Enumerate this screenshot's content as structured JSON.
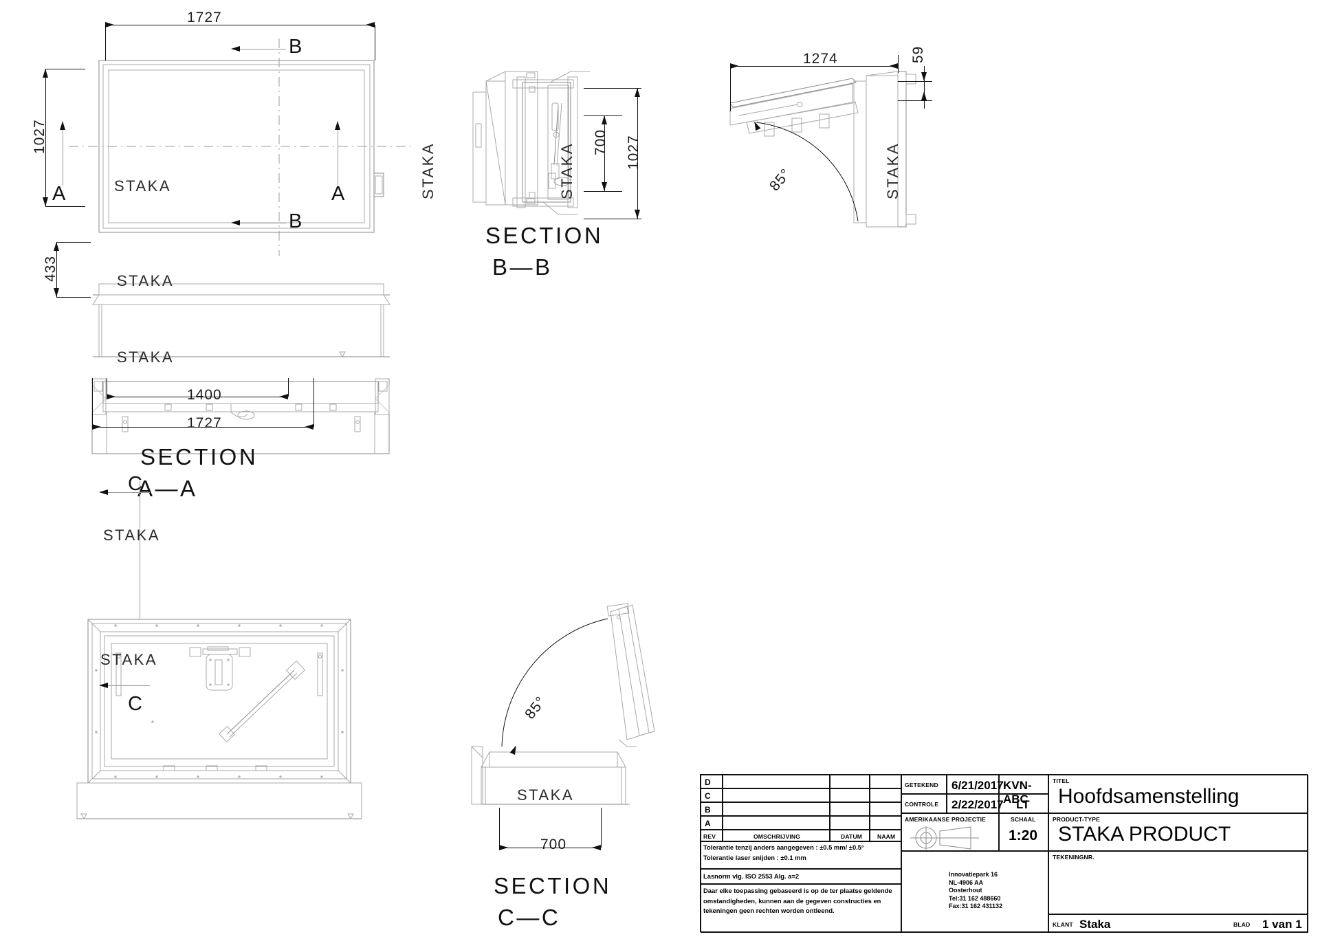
{
  "drawing": {
    "part_label": "STAKA",
    "degree_symbol": "°"
  },
  "views": {
    "top_plan": {
      "name": "top-plan-view",
      "part_label": "STAKA",
      "dim_width": "1727",
      "dim_height": "1027",
      "section_marks": [
        "A",
        "A",
        "B",
        "B"
      ]
    },
    "front_elevation": {
      "name": "front-elevation-view",
      "part_label": "STAKA",
      "dim_height": "433"
    },
    "section_aa": {
      "name": "section-a-a-view",
      "part_label": "STAKA",
      "title_line1": "SECTION",
      "title_line2": "A—A",
      "dim_inner": "1400",
      "dim_outer": "1727"
    },
    "side_elevation": {
      "name": "side-elevation-view",
      "part_label": "STAKA"
    },
    "section_bb": {
      "name": "section-b-b-view",
      "part_label": "STAKA",
      "title_line1": "SECTION",
      "title_line2": "B—B",
      "dim_inner": "700",
      "dim_outer": "1027"
    },
    "open_lid_iso": {
      "name": "open-lid-elevation-view",
      "part_label": "STAKA",
      "dim_width": "1274",
      "dim_thickness": "59",
      "angle": "85°"
    },
    "bottom_plan": {
      "name": "bottom-plan-view",
      "part_label_top": "STAKA",
      "part_label_bottom": "STAKA",
      "section_marks": [
        "C",
        "C"
      ]
    },
    "section_cc": {
      "name": "section-c-c-view",
      "part_label": "STAKA",
      "title_line1": "SECTION",
      "title_line2": "C—C",
      "dim_opening": "700",
      "angle": "85°"
    }
  },
  "titleblock": {
    "revision_rows": [
      {
        "rev": "D",
        "omschrijving": "",
        "datum": "",
        "naam": ""
      },
      {
        "rev": "C",
        "omschrijving": "",
        "datum": "",
        "naam": ""
      },
      {
        "rev": "B",
        "omschrijving": "",
        "datum": "",
        "naam": ""
      },
      {
        "rev": "A",
        "omschrijving": "",
        "datum": "",
        "naam": ""
      }
    ],
    "revision_headers": {
      "rev": "REV",
      "omschrijving": "OMSCHRIJVING",
      "datum": "DATUM",
      "naam": "NAAM"
    },
    "getekend_label": "GETEKEND",
    "getekend_date": "6/21/2017",
    "getekend_name": "KVN-ABC",
    "controle_label": "CONTROLE",
    "controle_date": "2/22/2017",
    "controle_name": "LT",
    "projection_label": "AMERIKAANSE PROJECTIE",
    "schaal_label": "SCHAAL",
    "schaal_value": "1:20",
    "titel_label": "TITEL",
    "titel_value": "Hoofdsamenstelling",
    "producttype_label": "PRODUCT-TYPE",
    "producttype_value": "STAKA PRODUCT",
    "tekeningnr_label": "TEKENINGNR.",
    "tekeningnr_value": "",
    "klant_label": "KLANT",
    "klant_value": "Staka",
    "blad_label": "BLAD",
    "blad_value": "1 van 1",
    "notes": {
      "line1": "Tolerantie tenzij anders aangegeven : ±0.5 mm/ ±0.5°",
      "line2": "Tolerantie laser snijden : ±0.1 mm",
      "line3": "Lasnorm vlg. ISO 2553 Alg. a=2",
      "disclaimer": "Daar elke toepassing gebaseerd is op de ter plaatse geldende omstandigheden, kunnen aan de gegeven constructies en tekeningen geen rechten worden ontleend."
    },
    "company_address": {
      "line1": "Innovatiepark 16",
      "line2": "NL-4906 AA",
      "line3": "Oosterhout",
      "line4": "Tel:31 162 488660",
      "line5": "Fax:31 162 431132"
    }
  },
  "colors": {
    "line": "#111111",
    "geometry": "#9a9a9a",
    "hatch": "#b8b8b8",
    "background": "#ffffff"
  }
}
